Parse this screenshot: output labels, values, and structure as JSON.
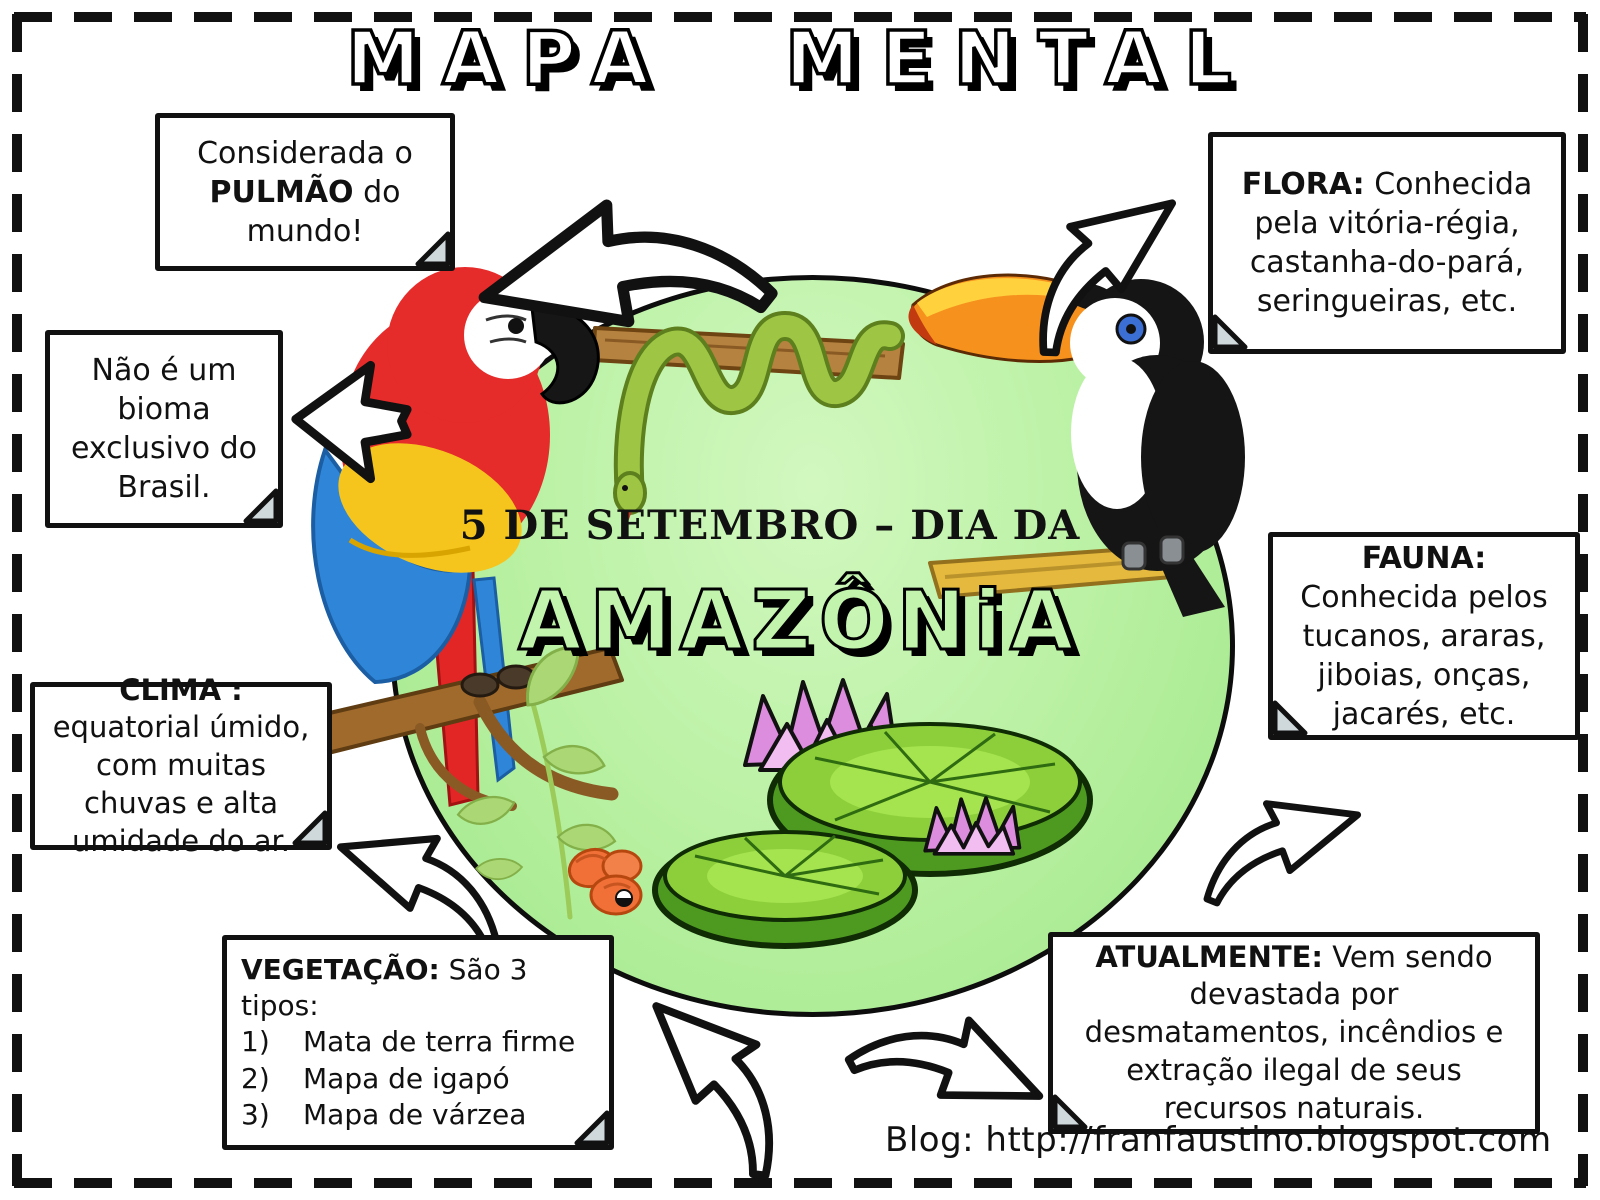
{
  "page": {
    "title": "MAPA MENTAL",
    "footer_blog": "Blog: http://franfaustino.blogspot.com"
  },
  "center": {
    "date_line": "5 DE SETEMBRO – DIA DA",
    "main_title": "AMAZÔNiA"
  },
  "notes": {
    "pulmao": {
      "prefix": "Considerada o ",
      "bold": "PULMÃO",
      "suffix": " do mundo!"
    },
    "bioma": {
      "text": "Não é um bioma exclusivo do Brasil."
    },
    "clima": {
      "label": "CLIMA :",
      "body": " equatorial úmido, com muitas chuvas e alta umidade do ar."
    },
    "vegetacao": {
      "label": "VEGETAÇÃO:",
      "intro": " São 3 tipos:",
      "items": [
        {
          "num": "1)",
          "text": "Mata de terra firme"
        },
        {
          "num": "2)",
          "text": "Mapa de igapó"
        },
        {
          "num": "3)",
          "text": "Mapa de várzea"
        }
      ]
    },
    "flora": {
      "label": "FLORA:",
      "body": " Conhecida pela vitória-régia, castanha-do-pará, seringueiras, etc."
    },
    "fauna": {
      "label": "FAUNA:",
      "body": " Conhecida pelos tucanos, araras, jiboias, onças, jacarés, etc."
    },
    "atualmente": {
      "label": "ATUALMENTE:",
      "body": " Vem sendo devastada por desmatamentos, incêndios e extração ilegal de seus recursos naturais."
    }
  },
  "illustrations": {
    "macaw": "scarlet-macaw-on-branch",
    "toucan": "toco-toucan-on-branch",
    "snake": "green-boa-coiled-on-branch",
    "lilies": "victoria-regia-lily-pads-with-pink-flowers",
    "plant": "green-leaf-plant",
    "guarana": "guarana-fruit"
  },
  "colors": {
    "ellipse_green": "#b7f0a0",
    "ink": "#111111",
    "macaw_red": "#e62b2b",
    "macaw_blue": "#2f86d8",
    "macaw_yellow": "#f5c51d",
    "toucan_orange": "#f6911e",
    "lily_green": "#8ccf3a",
    "flower_pink": "#eeadec",
    "branch_brown": "#a9733f"
  }
}
